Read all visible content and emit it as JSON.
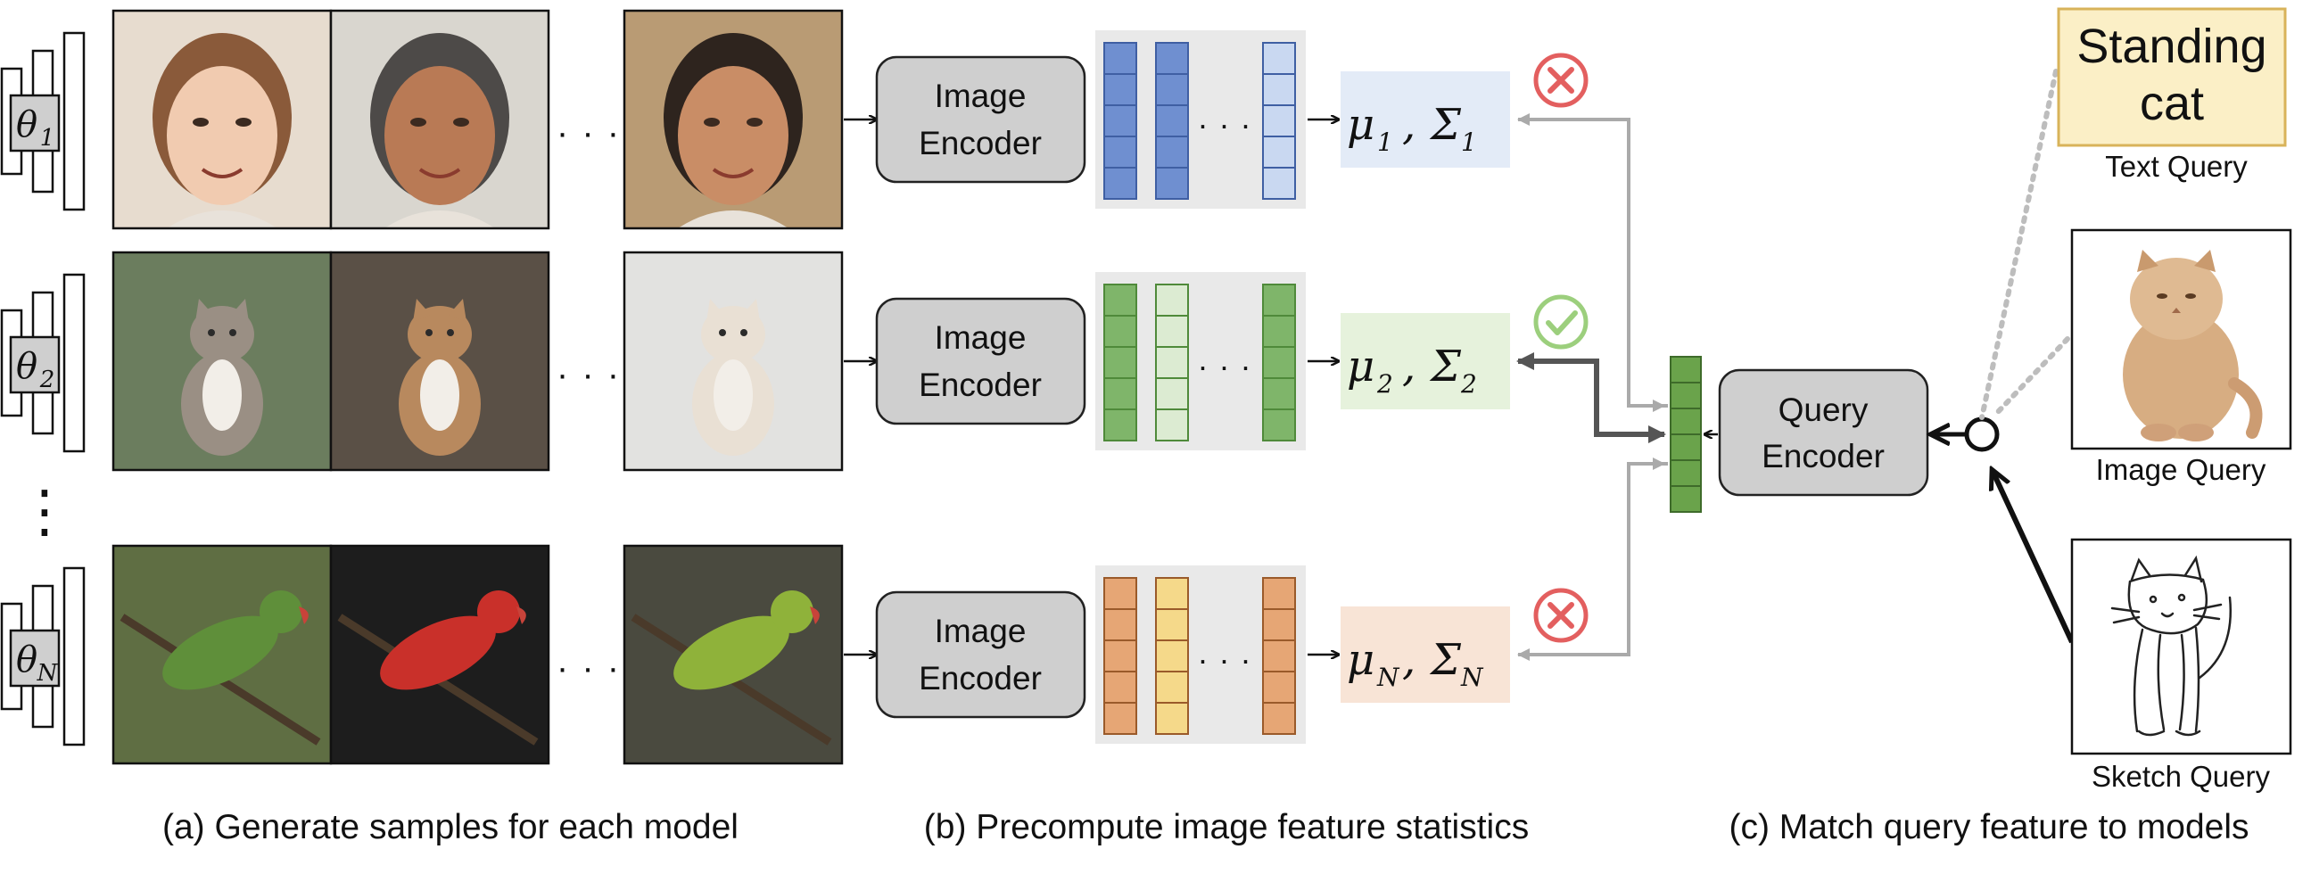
{
  "models": [
    {
      "symbol": "θ",
      "subscript": "1",
      "category": "faces"
    },
    {
      "symbol": "θ",
      "subscript": "2",
      "category": "cats"
    },
    {
      "symbol": "θ",
      "subscript": "N",
      "category": "birds"
    }
  ],
  "ellipsis_horizontal": "· · ·",
  "ellipsis_vertical": "⋮",
  "encoder_label": {
    "line1": "Image",
    "line2": "Encoder"
  },
  "query_encoder_label": {
    "line1": "Query",
    "line2": "Encoder"
  },
  "stats": [
    {
      "mu": "μ",
      "sigma": "Σ",
      "sub": "1",
      "match": false,
      "bg": "#e3ebf7"
    },
    {
      "mu": "μ",
      "sigma": "Σ",
      "sub": "2",
      "match": true,
      "bg": "#e6f2dc"
    },
    {
      "mu": "μ",
      "sigma": "Σ",
      "sub": "N",
      "match": false,
      "bg": "#f8e4d6"
    }
  ],
  "queries": {
    "text_box": {
      "line1": "Standing",
      "line2": "cat"
    },
    "text_caption": "Text Query",
    "image_caption": "Image Query",
    "sketch_caption": "Sketch Query"
  },
  "captions": {
    "a": "(a) Generate samples for each model",
    "b": "(b) Precompute image feature statistics",
    "c": "(c) Match query feature to models"
  },
  "colors": {
    "blue": "#6f8fd0",
    "blue_light": "#c9d8f1",
    "green": "#7fb56a",
    "green_light": "#dcebd2",
    "orange": "#e6a675",
    "yellow": "#f5d98a",
    "query_green": "#6aa34b",
    "cross": "#e35f5f",
    "check": "#9ccf7d",
    "encoder_fill": "#cfcfcf",
    "text_box_fill": "#fbefc6",
    "text_box_border": "#d8b35a"
  }
}
